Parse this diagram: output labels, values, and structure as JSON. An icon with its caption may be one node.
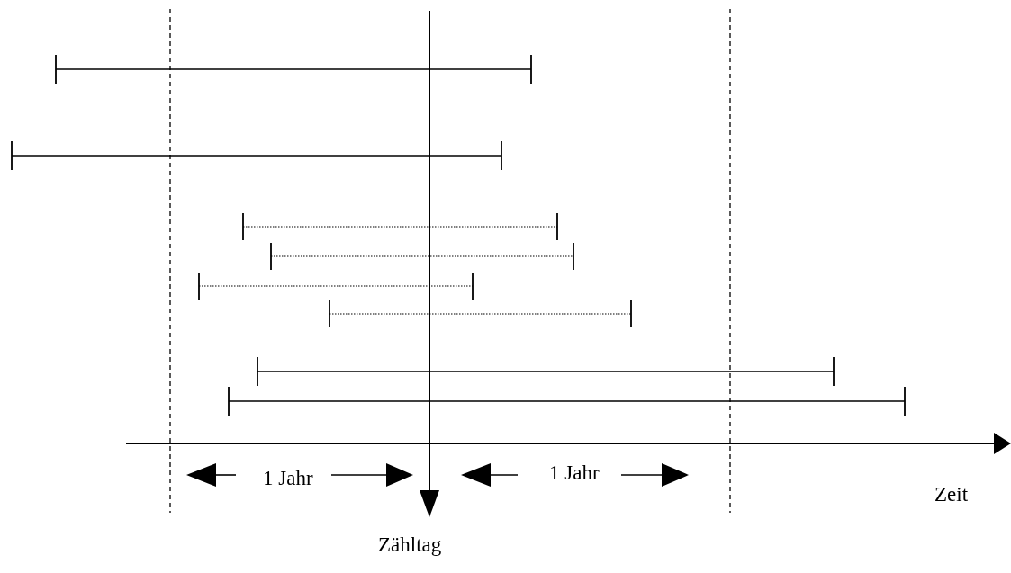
{
  "diagram": {
    "labels": [
      "1 Jahr",
      "1 Jahr",
      "Zeit",
      "Zähltag"
    ]
  }
}
